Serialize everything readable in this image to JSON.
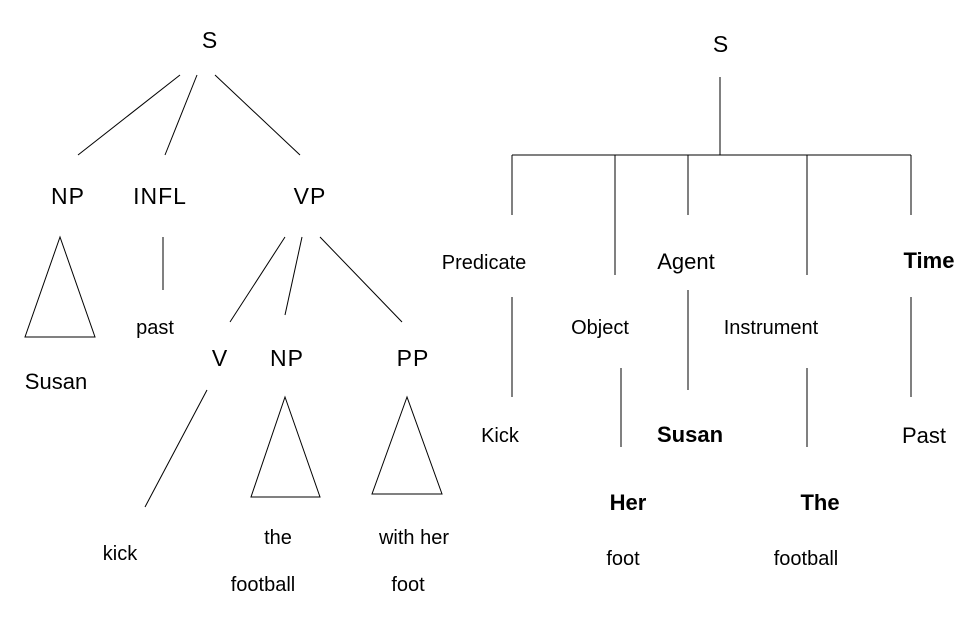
{
  "left_tree": {
    "root": "S",
    "np": "NP",
    "infl": "INFL",
    "vp": "VP",
    "subject_word": "Susan",
    "infl_word": "past",
    "v": "V",
    "np2": "NP",
    "pp": "PP",
    "verb_word": "kick",
    "object_line1": "the",
    "object_line2": "football",
    "pp_line1": "with her",
    "pp_line2": "foot"
  },
  "right_tree": {
    "root": "S",
    "predicate": "Predicate",
    "object": "Object",
    "agent": "Agent",
    "instrument": "Instrument",
    "time": "Time",
    "predicate_word": "Kick",
    "agent_word": "Susan",
    "object_line1": "Her",
    "object_line2": "foot",
    "instrument_line1": "The",
    "instrument_line2": "football",
    "time_word": "Past"
  }
}
